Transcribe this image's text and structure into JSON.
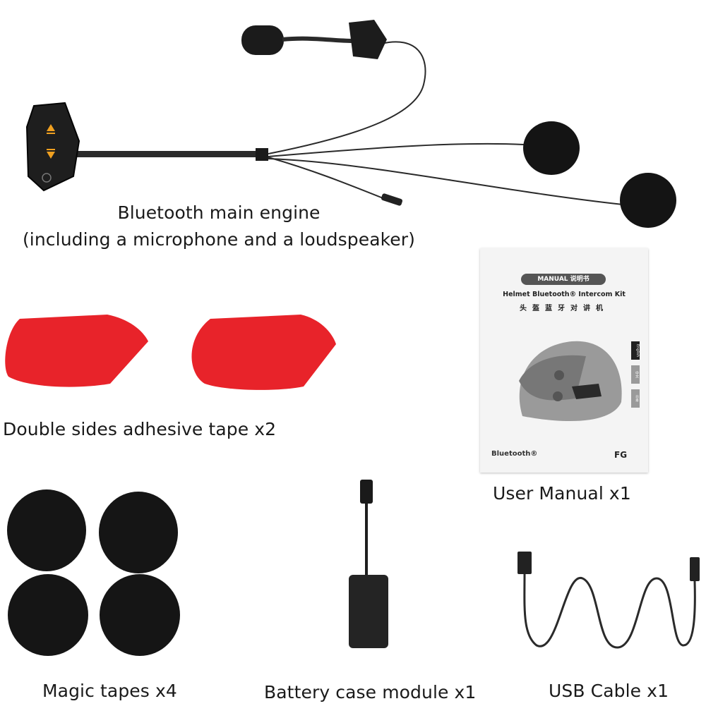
{
  "captions": {
    "engine_line1": "Bluetooth main engine",
    "engine_line2": "(including a microphone and a loudspeaker)",
    "adhesive": "Double sides adhesive tape x2",
    "manual": "User Manual x1",
    "magic": "Magic tapes x4",
    "battery": "Battery case module x1",
    "usb": "USB Cable x1"
  },
  "manual_cover": {
    "badge": "MANUAL 说明书",
    "subtitle": "Helmet Bluetooth® Intercom Kit",
    "subtitle_cn": "头盔蓝牙对讲机",
    "brand": "Bluetooth®",
    "model": "FG",
    "tabs": [
      "English",
      "中文",
      "日本"
    ]
  },
  "colors": {
    "tape_red": "#e8232a",
    "foam_black": "#151515",
    "accent_orange": "#f0a020",
    "cable": "#2a2a2a"
  }
}
